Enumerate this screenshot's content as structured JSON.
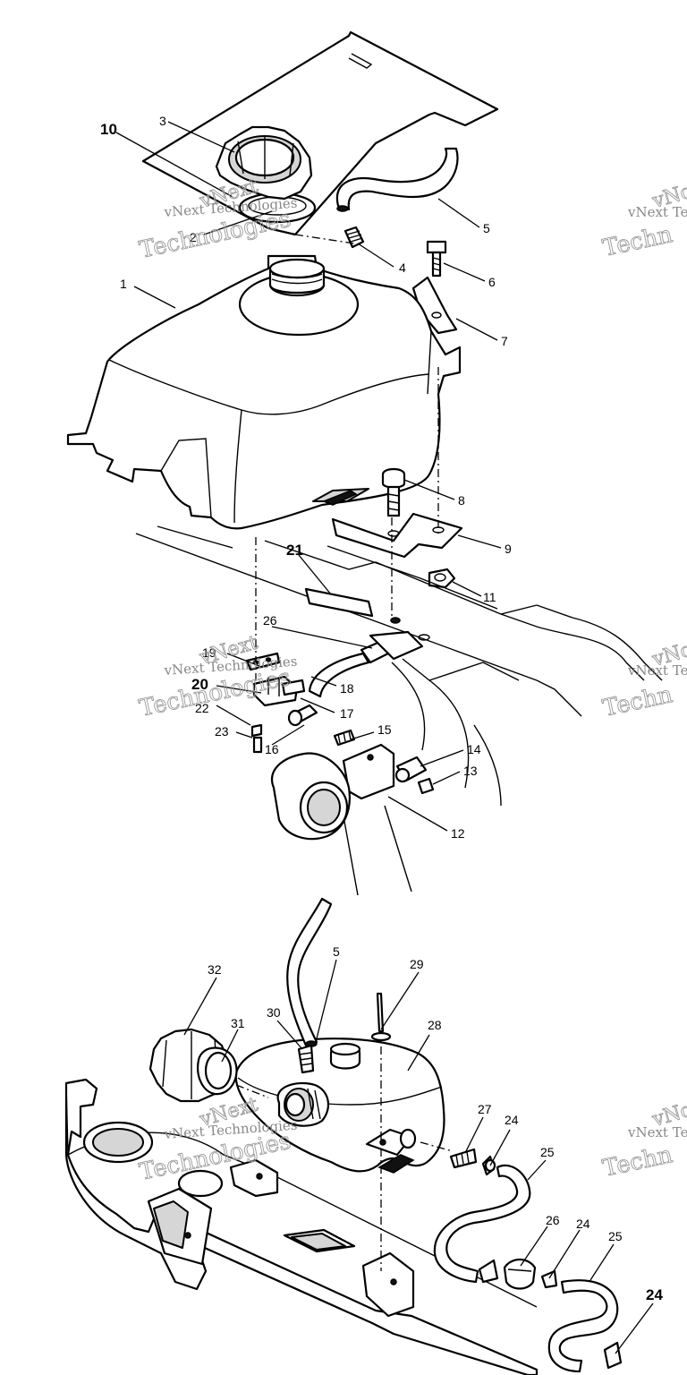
{
  "watermark": {
    "line1": "vNext",
    "line2": "vNext Technologies",
    "line3": "Technologies",
    "edge_line1": "vNo",
    "edge_line2": "vNext Te",
    "edge_line3": "Techn"
  },
  "callouts": {
    "c1": "1",
    "c2": "2",
    "c3": "3",
    "c4": "4",
    "c5": "5",
    "c5b": "5",
    "c6": "6",
    "c7": "7",
    "c8": "8",
    "c9": "9",
    "c10": "10",
    "c11": "11",
    "c12": "12",
    "c13": "13",
    "c14": "14",
    "c15": "15",
    "c16": "16",
    "c17": "17",
    "c18": "18",
    "c19": "19",
    "c20": "20",
    "c21": "21",
    "c22": "22",
    "c23": "23",
    "c24a": "24",
    "c24b": "24",
    "c24c": "24",
    "c25a": "25",
    "c25b": "25",
    "c26a": "26",
    "c26b": "26",
    "c27": "27",
    "c28": "28",
    "c29": "29",
    "c30": "30",
    "c31": "31",
    "c32": "32"
  }
}
